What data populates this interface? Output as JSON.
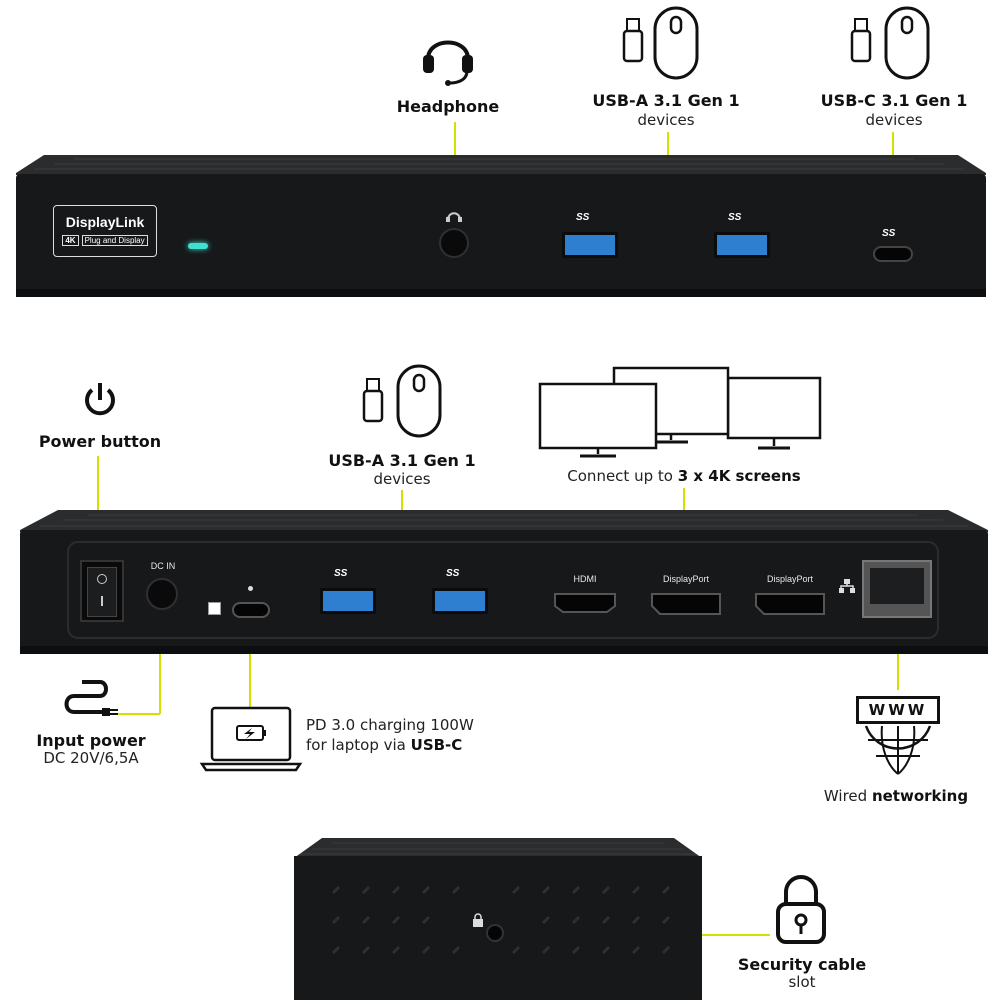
{
  "top_unit": {
    "brand_name": "DisplayLink",
    "brand_4k": "4K",
    "brand_tagline": "Plug and Display",
    "headphone_label": "Headphone",
    "usba_title": "USB-A 3.1 Gen 1",
    "usba_sub": "devices",
    "usbc_title": "USB-C 3.1 Gen 1",
    "usbc_sub": "devices",
    "ss_mark": "SS"
  },
  "rear_unit": {
    "power_title": "Power button",
    "dc_in": "DC IN",
    "usba_title": "USB-A 3.1 Gen 1",
    "usba_sub": "devices",
    "screens_prefix": "Connect up to ",
    "screens_bold": "3 x 4K screens",
    "hdmi": "HDMI",
    "dp1": "DisplayPort",
    "dp2": "DisplayPort",
    "input_title": "Input power",
    "input_sub": "DC 20V/6,5A",
    "pd_line1": "PD 3.0 charging 100W",
    "pd_line2_prefix": "for laptop via ",
    "pd_line2_bold": "USB-C",
    "www": "WWW",
    "net_prefix": "Wired ",
    "net_bold": "networking",
    "ss_mark": "SS"
  },
  "side_unit": {
    "security_title": "Security cable",
    "security_sub": "slot"
  },
  "colors": {
    "callout": "#d6e000",
    "device_body": "#16181a",
    "usb_blue": "#2f7fd1",
    "led": "#3fe0d0"
  }
}
